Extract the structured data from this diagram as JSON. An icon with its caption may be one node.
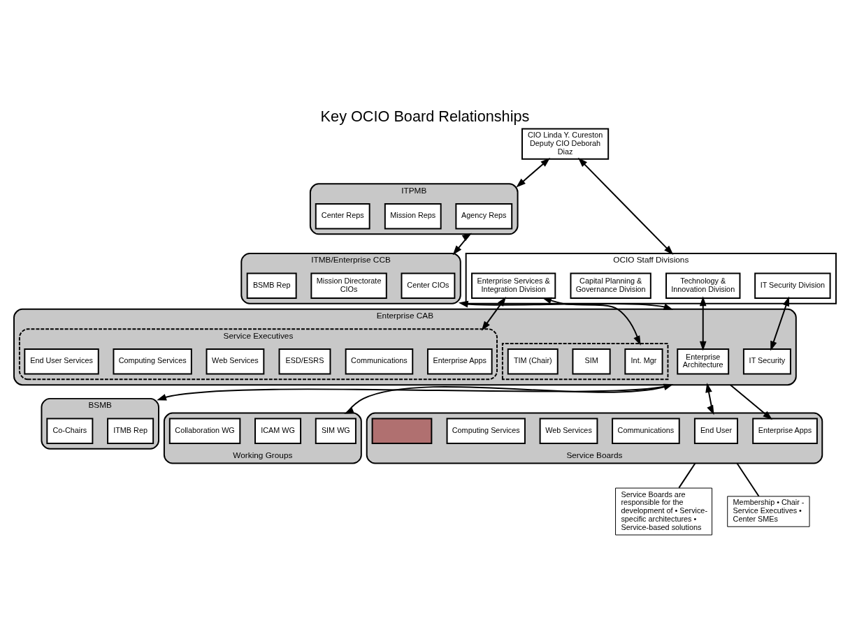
{
  "diagram": {
    "title": "Key OCIO Board Relationships",
    "nodes": [
      {
        "text": [
          "CIO Linda Y. Cureston Deputy CIO Deborah Diaz"
        ]
      },
      {
        "text": [
          "ITPMB"
        ]
      },
      {
        "text": [
          "Agency Reps"
        ],
        "in": 1
      },
      {
        "text": [
          "Mission Reps"
        ],
        "in": 1
      },
      {
        "text": [
          "Center Reps"
        ],
        "in": 1
      },
      {
        "text": [
          "OCIO Staff Divisions"
        ]
      },
      {
        "text": [
          "Technology & Innovation Division"
        ],
        "in": 5
      },
      {
        "text": [
          "IT Security Division"
        ],
        "in": 5
      },
      {
        "text": [
          "Capital Planning & Governance Division"
        ],
        "in": 5
      },
      {
        "text": [
          "Enterprise Services & Integration Division"
        ],
        "in": 5
      },
      {
        "text": [
          "ITMB/Enterprise CCB"
        ]
      },
      {
        "text": [
          "Center CIOs"
        ],
        "in": 10
      },
      {
        "text": [
          "Mission Directorate CIOs"
        ],
        "in": 10
      },
      {
        "text": [
          "BSMB Rep"
        ],
        "in": 10
      },
      {
        "text": [
          "BSMB"
        ]
      },
      {
        "text": [
          "ITMB Rep"
        ],
        "in": 14
      },
      {
        "text": [
          "Co-Chairs"
        ],
        "in": 14
      },
      {
        "text": [
          "Enterprise CAB"
        ]
      },
      {
        "text": [
          "Enterprise Architecture"
        ],
        "in": 17
      },
      {
        "text": [
          "IT Security"
        ],
        "in": 17
      },
      {
        "text": [],
        "shape": "box",
        "in": 17
      },
      {
        "text": [
          "Int. Mgr"
        ],
        "in": 20
      },
      {
        "text": [
          "SIM"
        ],
        "in": 20
      },
      {
        "text": [
          "TIM (Chair)"
        ],
        "in": 20
      },
      {
        "text": [
          "Service Executives"
        ],
        "in": 17
      },
      {
        "text": [
          "Enterprise Apps"
        ],
        "in": 24
      },
      {
        "text": [
          "Communications"
        ],
        "in": 24
      },
      {
        "text": [
          "ESD/ESRS"
        ],
        "in": 24
      },
      {
        "text": [
          "Web Services"
        ],
        "in": 24
      },
      {
        "text": [
          "Computing Services"
        ],
        "in": 24
      },
      {
        "text": [
          "End User Services"
        ],
        "in": 24
      },
      {
        "text": [
          "Working Groups"
        ]
      },
      {
        "text": [
          "SIM WG"
        ],
        "in": 31
      },
      {
        "text": [
          "ICAM WG"
        ],
        "in": 31
      },
      {
        "text": [
          "Collaboration WG"
        ],
        "in": 31
      },
      {
        "text": [
          "Service Boards"
        ]
      },
      {
        "text": [
          "End User"
        ],
        "in": 35
      },
      {
        "text": [
          "Enterprise Apps"
        ],
        "in": 35
      },
      {
        "text": [
          "Communications"
        ],
        "in": 35
      },
      {
        "text": [
          "Web Services"
        ],
        "in": 35
      },
      {
        "text": [
          "Computing Services"
        ],
        "in": 35
      },
      {
        "text": [],
        "shape": "box",
        "in": 35
      },
      {
        "text": [
          "Service Boards are responsible for the development of • Service-specific architectures • Service-based solutions"
        ]
      },
      {
        "text": [
          "Membership • Chair - Service Executives • Center SMEs"
        ]
      }
    ],
    "edges": [
      {
        "from": 0,
        "to": 1,
        "arrow": "both"
      },
      {
        "from": 0,
        "to": 5,
        "arrow": "both"
      },
      {
        "from": 1,
        "to": 10,
        "arrow": "both"
      },
      {
        "from": 6,
        "to": 18,
        "arrow": "both"
      },
      {
        "from": 7,
        "to": 19,
        "arrow": "both"
      },
      {
        "from": 9,
        "to": 20,
        "arrow": "both"
      },
      {
        "from": 9,
        "to": 24,
        "arrow": "both"
      },
      {
        "from": 10,
        "to": 17,
        "arrow": "both"
      },
      {
        "from": 17,
        "to": 14,
        "arrow": "to"
      },
      {
        "from": 17,
        "to": 31,
        "arrow": "both"
      },
      {
        "from": 17,
        "to": 35,
        "arrow": "both"
      },
      {
        "from": 17,
        "to": 37,
        "arrow": "to"
      },
      {
        "from": 35,
        "to": 42,
        "arrow": "none"
      },
      {
        "from": 35,
        "to": 43,
        "arrow": "none"
      }
    ]
  }
}
